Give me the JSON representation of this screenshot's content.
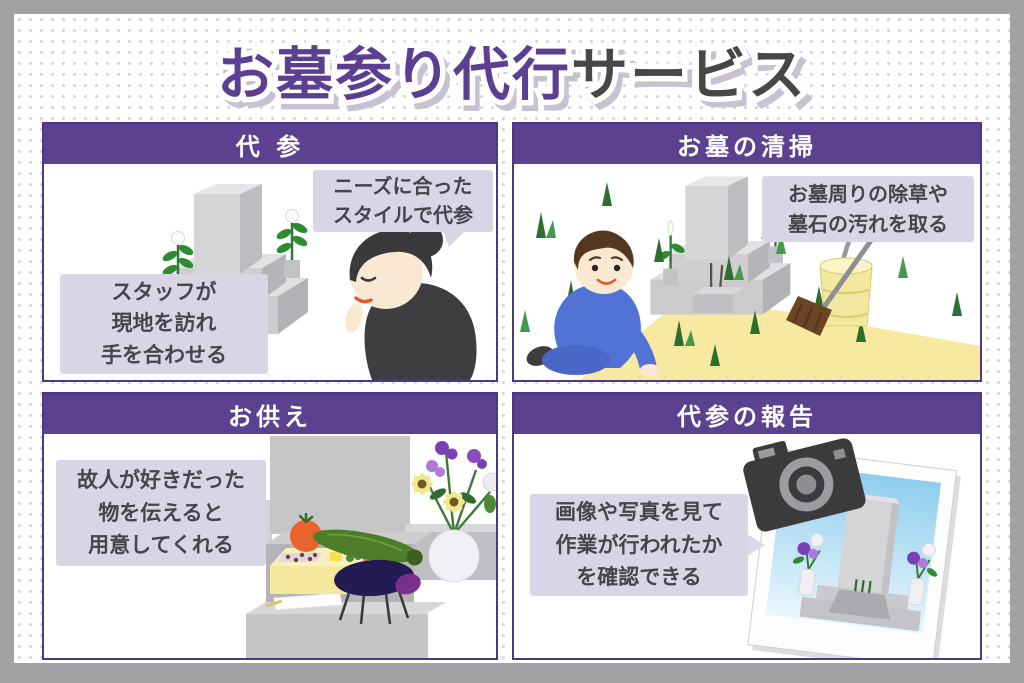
{
  "title": {
    "highlight": "お墓参り代行",
    "rest": "サービス"
  },
  "panels": {
    "daisan": {
      "header": "代 参",
      "bubble_right": "ニーズに合った\nスタイルで代参",
      "bubble_left": "スタッフが\n現地を訪れ\n手を合わせる",
      "illustrations": [
        "gravestone-with-incense",
        "praying-woman"
      ]
    },
    "seisou": {
      "header": "お墓の清掃",
      "bubble": "お墓周りの除草や\n墓石の汚れを取る",
      "illustrations": [
        "man-weeding",
        "gravestone",
        "grass-tufts",
        "bucket-and-broom",
        "path"
      ]
    },
    "osonae": {
      "header": "お供え",
      "bubble": "故人が好きだった\n物を伝えると\n用意してくれる",
      "illustrations": [
        "grave-altar",
        "bento-box",
        "tomato",
        "cucumber",
        "eggplant-horse",
        "flower-vase"
      ]
    },
    "houkoku": {
      "header": "代参の報告",
      "bubble": "画像や写真を見て\n作業が行われたか\nを確認できる",
      "illustrations": [
        "camera",
        "photo-of-gravestone"
      ]
    }
  },
  "colors": {
    "header_purple": "#5b4190",
    "panel_border_purple": "#4b3a80",
    "title_purple": "#5d3f91",
    "title_dark": "#474749",
    "bubble_bg": "#d9d5e6",
    "bubble_text": "#45454e",
    "frame_gray": "#a2a2a4",
    "path_yellow": "#f8e9a0"
  }
}
